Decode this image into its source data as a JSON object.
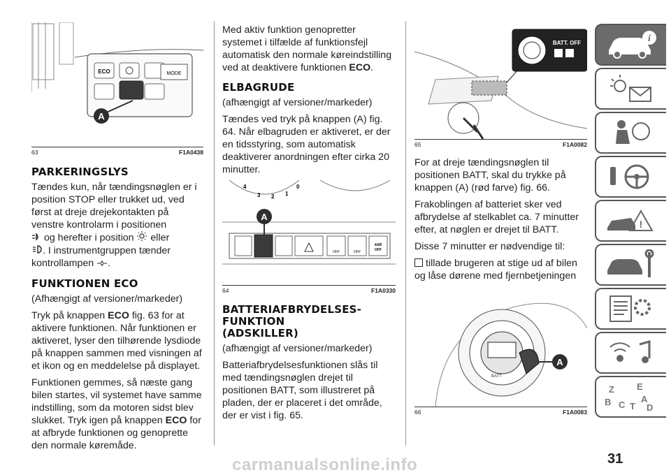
{
  "col1": {
    "fig63": {
      "num": "63",
      "code": "F1A0438",
      "labels": {
        "eco": "ECO",
        "mode": "MODE",
        "callout": "A"
      }
    },
    "h_parkering": "PARKERINGSLYS",
    "p_parkering_1": "Tændes kun, når tændingsnøglen er i position STOP eller trukket ud, ved først at dreje drejekontakten på venstre kontrolarm i positionen",
    "p_parkering_2": "og herefter i position",
    "p_parkering_3": "eller",
    "p_parkering_4": ". I instrumentgruppen tænder kontrollampen",
    "p_parkering_end": ".",
    "h_eco": "FUNKTIONEN ECO",
    "p_eco_1": "(Afhængigt af versioner/markeder)",
    "p_eco_2a": "Tryk på knappen",
    "p_eco_2b": "ECO",
    "p_eco_2c": "fig. 63 for at aktivere funktionen. Når funktionen er aktiveret, lyser den tilhørende lysdiode på knappen sammen med visningen af et ikon og en meddelelse på displayet.",
    "p_eco_3a": "Funktionen gemmes, så næste gang bilen startes, vil systemet have samme indstilling, som da motoren sidst blev slukket. Tryk igen på knappen",
    "p_eco_3b": "ECO",
    "p_eco_3c": "for at afbryde funktionen og genoprette den normale køremåde."
  },
  "col2": {
    "p_eco_4a": "Med aktiv funktion genopretter systemet i tilfælde af funktionsfejl automatisk den normale køreindstilling ved at deaktivere funktionen",
    "p_eco_4b": "ECO",
    "p_eco_4c": ".",
    "h_elbagrude": "ELBAGRUDE",
    "p_elb_1": "(afhængigt af versioner/markeder)",
    "p_elb_2": "Tændes ved tryk på knappen (A) fig. 64. Når elbagruden er aktiveret, er der en tidsstyring, som automatisk deaktiverer anordningen efter cirka 20 minutter.",
    "fig64": {
      "num": "64",
      "code": "F1A0330",
      "labels": {
        "callout": "A",
        "off1": "OFF",
        "off2": "OFF",
        "asr": "ASR",
        "asr_off": "OFF",
        "d4": "4",
        "d3": "3",
        "d2": "2",
        "d1": "1",
        "d0": "0"
      }
    },
    "h_batteri_1": "BATTERIAFBRYDELSES-",
    "h_batteri_2": "FUNKTION",
    "h_batteri_3": "(ADSKILLER)",
    "p_bat_1": "(afhængigt af versioner/markeder)",
    "p_bat_2": "Batteriafbrydelsesfunktionen slås til med tændingsnøglen drejet til positionen BATT, som illustreret på pladen, der er placeret i det område, der er vist i fig. 65."
  },
  "col3": {
    "fig65": {
      "num": "65",
      "code": "F1A0082",
      "labels": {
        "batt_off": "BATT. OFF"
      }
    },
    "p_bat_3": "For at dreje tændingsnøglen til positionen BATT, skal du trykke på knappen (A) (rød farve) fig. 66.",
    "p_bat_4": "Frakoblingen af batteriet sker ved afbrydelse af stelkablet ca. 7 minutter efter, at nøglen er drejet til BATT.",
    "p_bat_5": "Disse 7 minutter er nødvendige til:",
    "p_bat_6": "tillade brugeren at stige ud af bilen og låse dørene med fjernbetjeningen",
    "fig66": {
      "num": "66",
      "code": "F1A0083",
      "labels": {
        "callout": "A",
        "batt": "BATT"
      }
    }
  },
  "tabs": {
    "letters": [
      "Z",
      "E",
      "B",
      "A",
      "C",
      "T",
      "D"
    ]
  },
  "page_number": "31",
  "watermark": "carmanualsonline.info",
  "colors": {
    "tab_active": "#6b6b6b",
    "tab_border": "#555555",
    "callout": "#2e2e2e"
  }
}
